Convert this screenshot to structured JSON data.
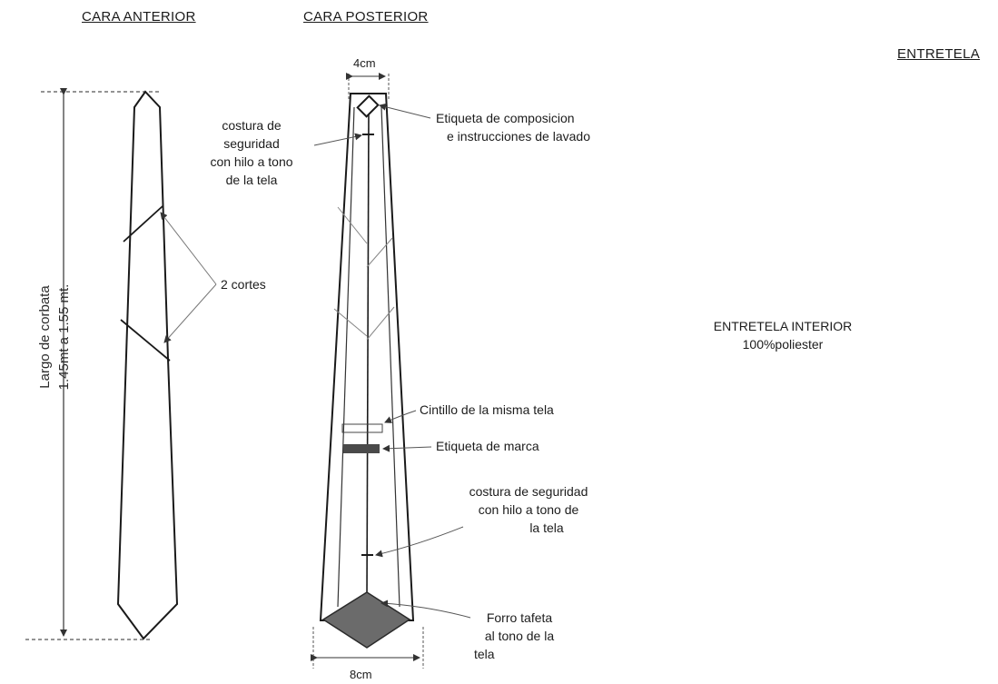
{
  "headings": {
    "front": "CARA ANTERIOR",
    "back": "CARA POSTERIOR",
    "interlining": "ENTRETELA"
  },
  "front_view": {
    "length_label_line1": "Largo de corbata",
    "length_label_line2": "1.45mt a 1.55 mt.",
    "cuts_label": "2 cortes"
  },
  "back_view": {
    "top_width": "4cm",
    "bottom_width": "8cm",
    "composition_label_line1": "Etiqueta de composicion",
    "composition_label_line2": "e instrucciones de lavado",
    "safety_seam_top_line1": "costura de",
    "safety_seam_top_line2": "seguridad",
    "safety_seam_top_line3": "con hilo a tono",
    "safety_seam_top_line4": "de la tela",
    "loop_label": "Cintillo de la misma tela",
    "brand_label": "Etiqueta de marca",
    "safety_seam_bottom_line1": "costura de seguridad",
    "safety_seam_bottom_line2": "con hilo a tono de",
    "safety_seam_bottom_line3": "la tela",
    "lining_line1": "Forro tafeta",
    "lining_line2": "al tono de la",
    "lining_line3": "tela"
  },
  "interlining": {
    "line1": "ENTRETELA INTERIOR",
    "line2": "100%poliester"
  },
  "colors": {
    "ink": "#1a1a1a",
    "dashed": "#555555",
    "lining_fill": "#6b6b6b",
    "brand_label_fill": "#4a4a4a"
  }
}
